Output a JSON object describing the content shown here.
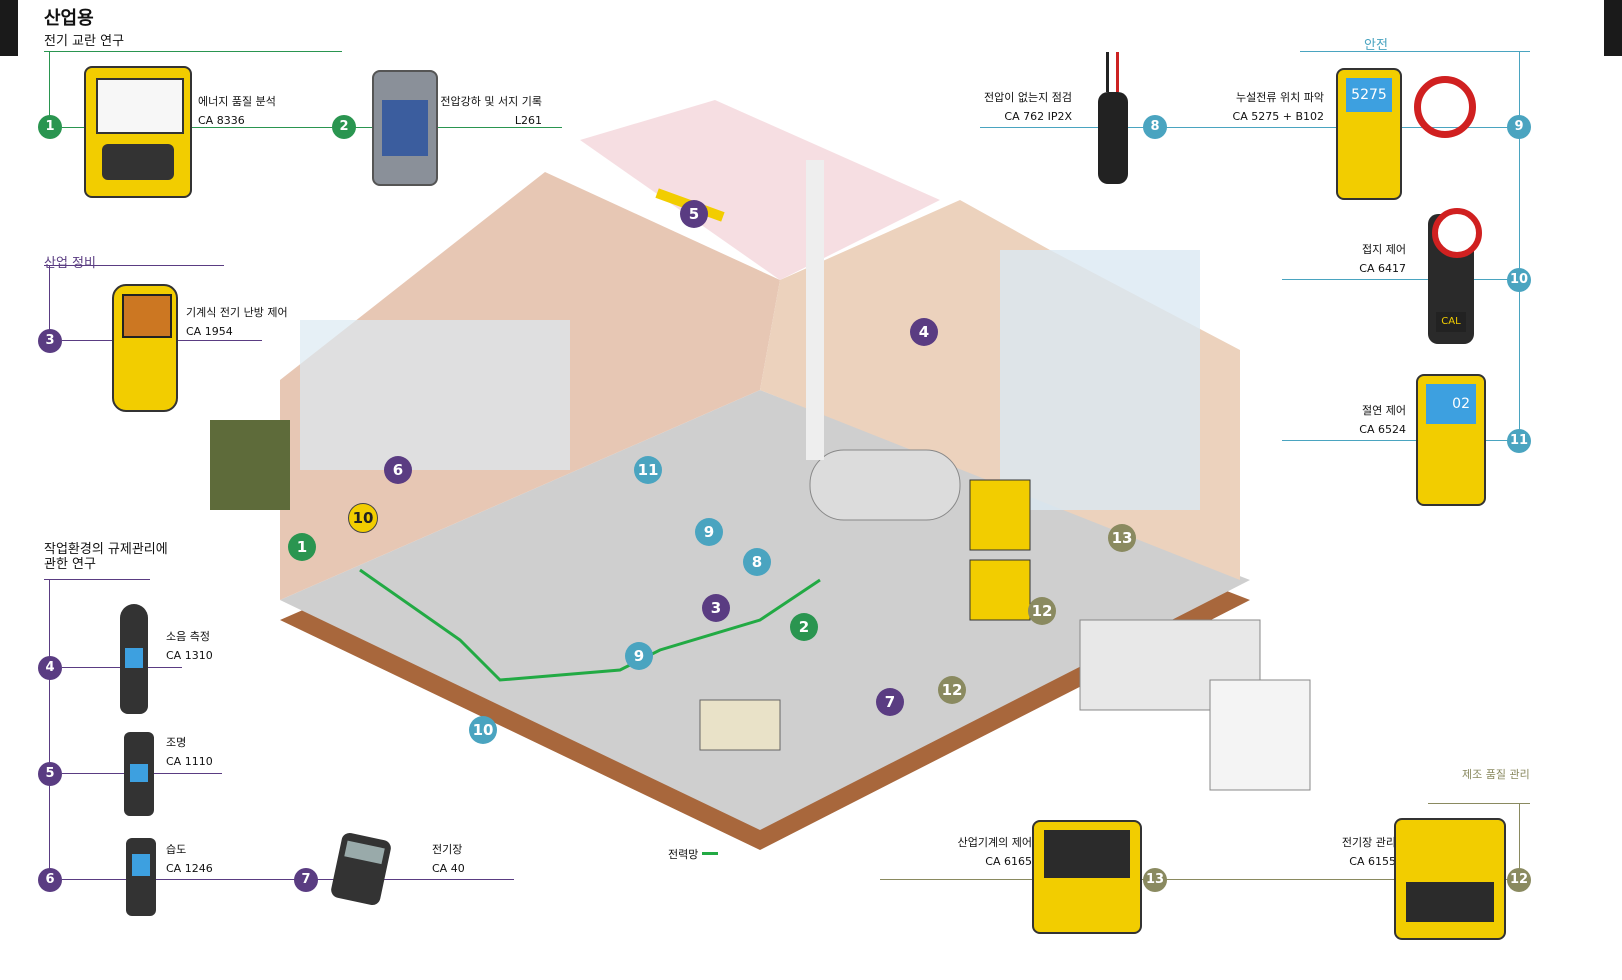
{
  "page_title": "산업용",
  "sections": {
    "power_quality": "전기 교란 연구",
    "industrial_equipment": "산업 정비",
    "work_environment_line1": "작업환경의 규제관리에",
    "work_environment_line2": "관한 연구",
    "safety": "안전",
    "manufacturing_quality": "제조 품질 관리"
  },
  "callouts": [
    {
      "num": "1",
      "title": "에너지 품질 분석",
      "model": "CA 8336"
    },
    {
      "num": "2",
      "title": "전압강하 및 서지 기록",
      "model": "L261"
    },
    {
      "num": "3",
      "title": "기계식 전기 난방 제어",
      "model": "CA 1954"
    },
    {
      "num": "4",
      "title": "소음 측정",
      "model": "CA 1310"
    },
    {
      "num": "5",
      "title": "조명",
      "model": "CA 1110"
    },
    {
      "num": "6",
      "title": "습도",
      "model": "CA 1246"
    },
    {
      "num": "7",
      "title": "전기장",
      "model": "CA 40"
    },
    {
      "num": "8",
      "title": "전압이 없는지 점검",
      "model": "CA 762 IP2X"
    },
    {
      "num": "9",
      "title": "누설전류 위치 파악",
      "model": "CA 5275 + B102"
    },
    {
      "num": "10",
      "title": "접지 제어",
      "model": "CA 6417"
    },
    {
      "num": "11",
      "title": "절연 제어",
      "model": "CA 6524"
    },
    {
      "num": "12",
      "title": "전기장 관리",
      "model": "CA 6155"
    },
    {
      "num": "13",
      "title": "산업기계의 제어",
      "model": "CA 6165"
    }
  ],
  "scene_markers": [
    "1",
    "2",
    "3",
    "4",
    "5",
    "6",
    "7",
    "8",
    "9",
    "10",
    "11",
    "12",
    "13"
  ],
  "legend": {
    "label": "전력망"
  },
  "device_displays": {
    "ca5275": "5275",
    "ca6524": "02",
    "ca6417": "CAL"
  },
  "colors": {
    "green": "#2a9550",
    "purple": "#5a3c82",
    "blue": "#4aa4c0",
    "olive": "#8a8a60",
    "yellow": "#f2cd00",
    "grid_line": "#22aa44"
  }
}
